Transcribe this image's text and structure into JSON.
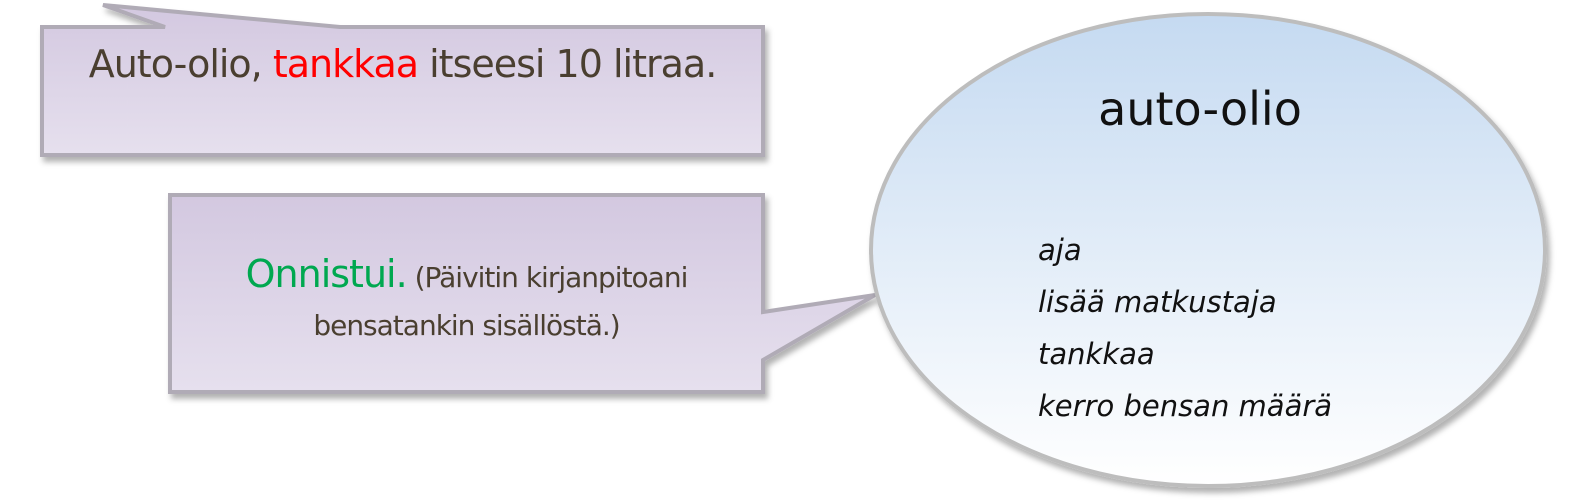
{
  "request_bubble": {
    "prefix": "Auto-olio, ",
    "highlight": "tankkaa",
    "suffix": " itseesi 10 litraa.",
    "highlight_color": "#ff0000"
  },
  "response_bubble": {
    "status": "Onnistui.",
    "detail": " (Päivitin kirjanpitoani bensatankin sisällöstä.)",
    "status_color": "#00a850"
  },
  "object": {
    "title": "auto-olio",
    "methods": [
      "aja",
      "lisää matkustaja",
      "tankkaa",
      "kerro bensan määrä"
    ]
  }
}
